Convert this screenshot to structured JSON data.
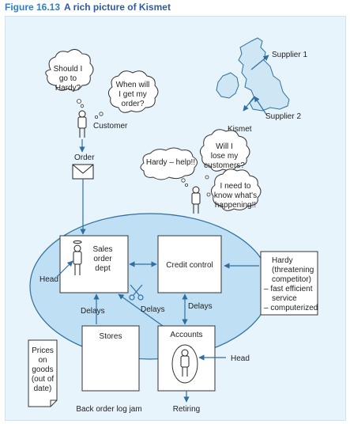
{
  "figure": {
    "number": "Figure 16.13",
    "title": "A rich picture of Kismet"
  },
  "customer": {
    "label": "Customer",
    "bubble_1": [
      "Should I",
      "go to",
      "Hardy?"
    ],
    "bubble_2": [
      "When will",
      "I get my",
      "order?"
    ]
  },
  "order": {
    "label": "Order"
  },
  "map": {
    "supplier_1": "Supplier 1",
    "supplier_2": "Supplier 2",
    "kismet": "Kismet"
  },
  "manager": {
    "bubble_hardy": "Hardy – help!!",
    "bubble_lose": [
      "Will I",
      "lose my",
      "customers?"
    ],
    "bubble_know": [
      "I need to",
      "know what's",
      "happening!!"
    ]
  },
  "sales": {
    "lines": [
      "Sales",
      "order",
      "dept"
    ],
    "head_label": "Head"
  },
  "credit": {
    "label": "Credit control"
  },
  "hardy": {
    "lines": [
      "Hardy",
      "(threatening",
      "competitor)",
      "– fast efficient",
      "service",
      "– computerized"
    ]
  },
  "delays": {
    "left": "Delays",
    "middle": "Delays",
    "right": "Delays"
  },
  "stores": {
    "label": "Stores"
  },
  "accounts": {
    "label": "Accounts",
    "head_label": "Head"
  },
  "prices_note": {
    "lines": [
      "Prices",
      "on",
      "goods",
      "(out of",
      "date)"
    ]
  },
  "back_order": {
    "label": "Back order log jam"
  },
  "retiring": {
    "label": "Retiring"
  },
  "colors": {
    "title": "#2d5aa0",
    "frame": "#e8f4fb",
    "ellipse": "#bfe0f4",
    "line": "#2f6f9f",
    "box_border": "#333333"
  }
}
